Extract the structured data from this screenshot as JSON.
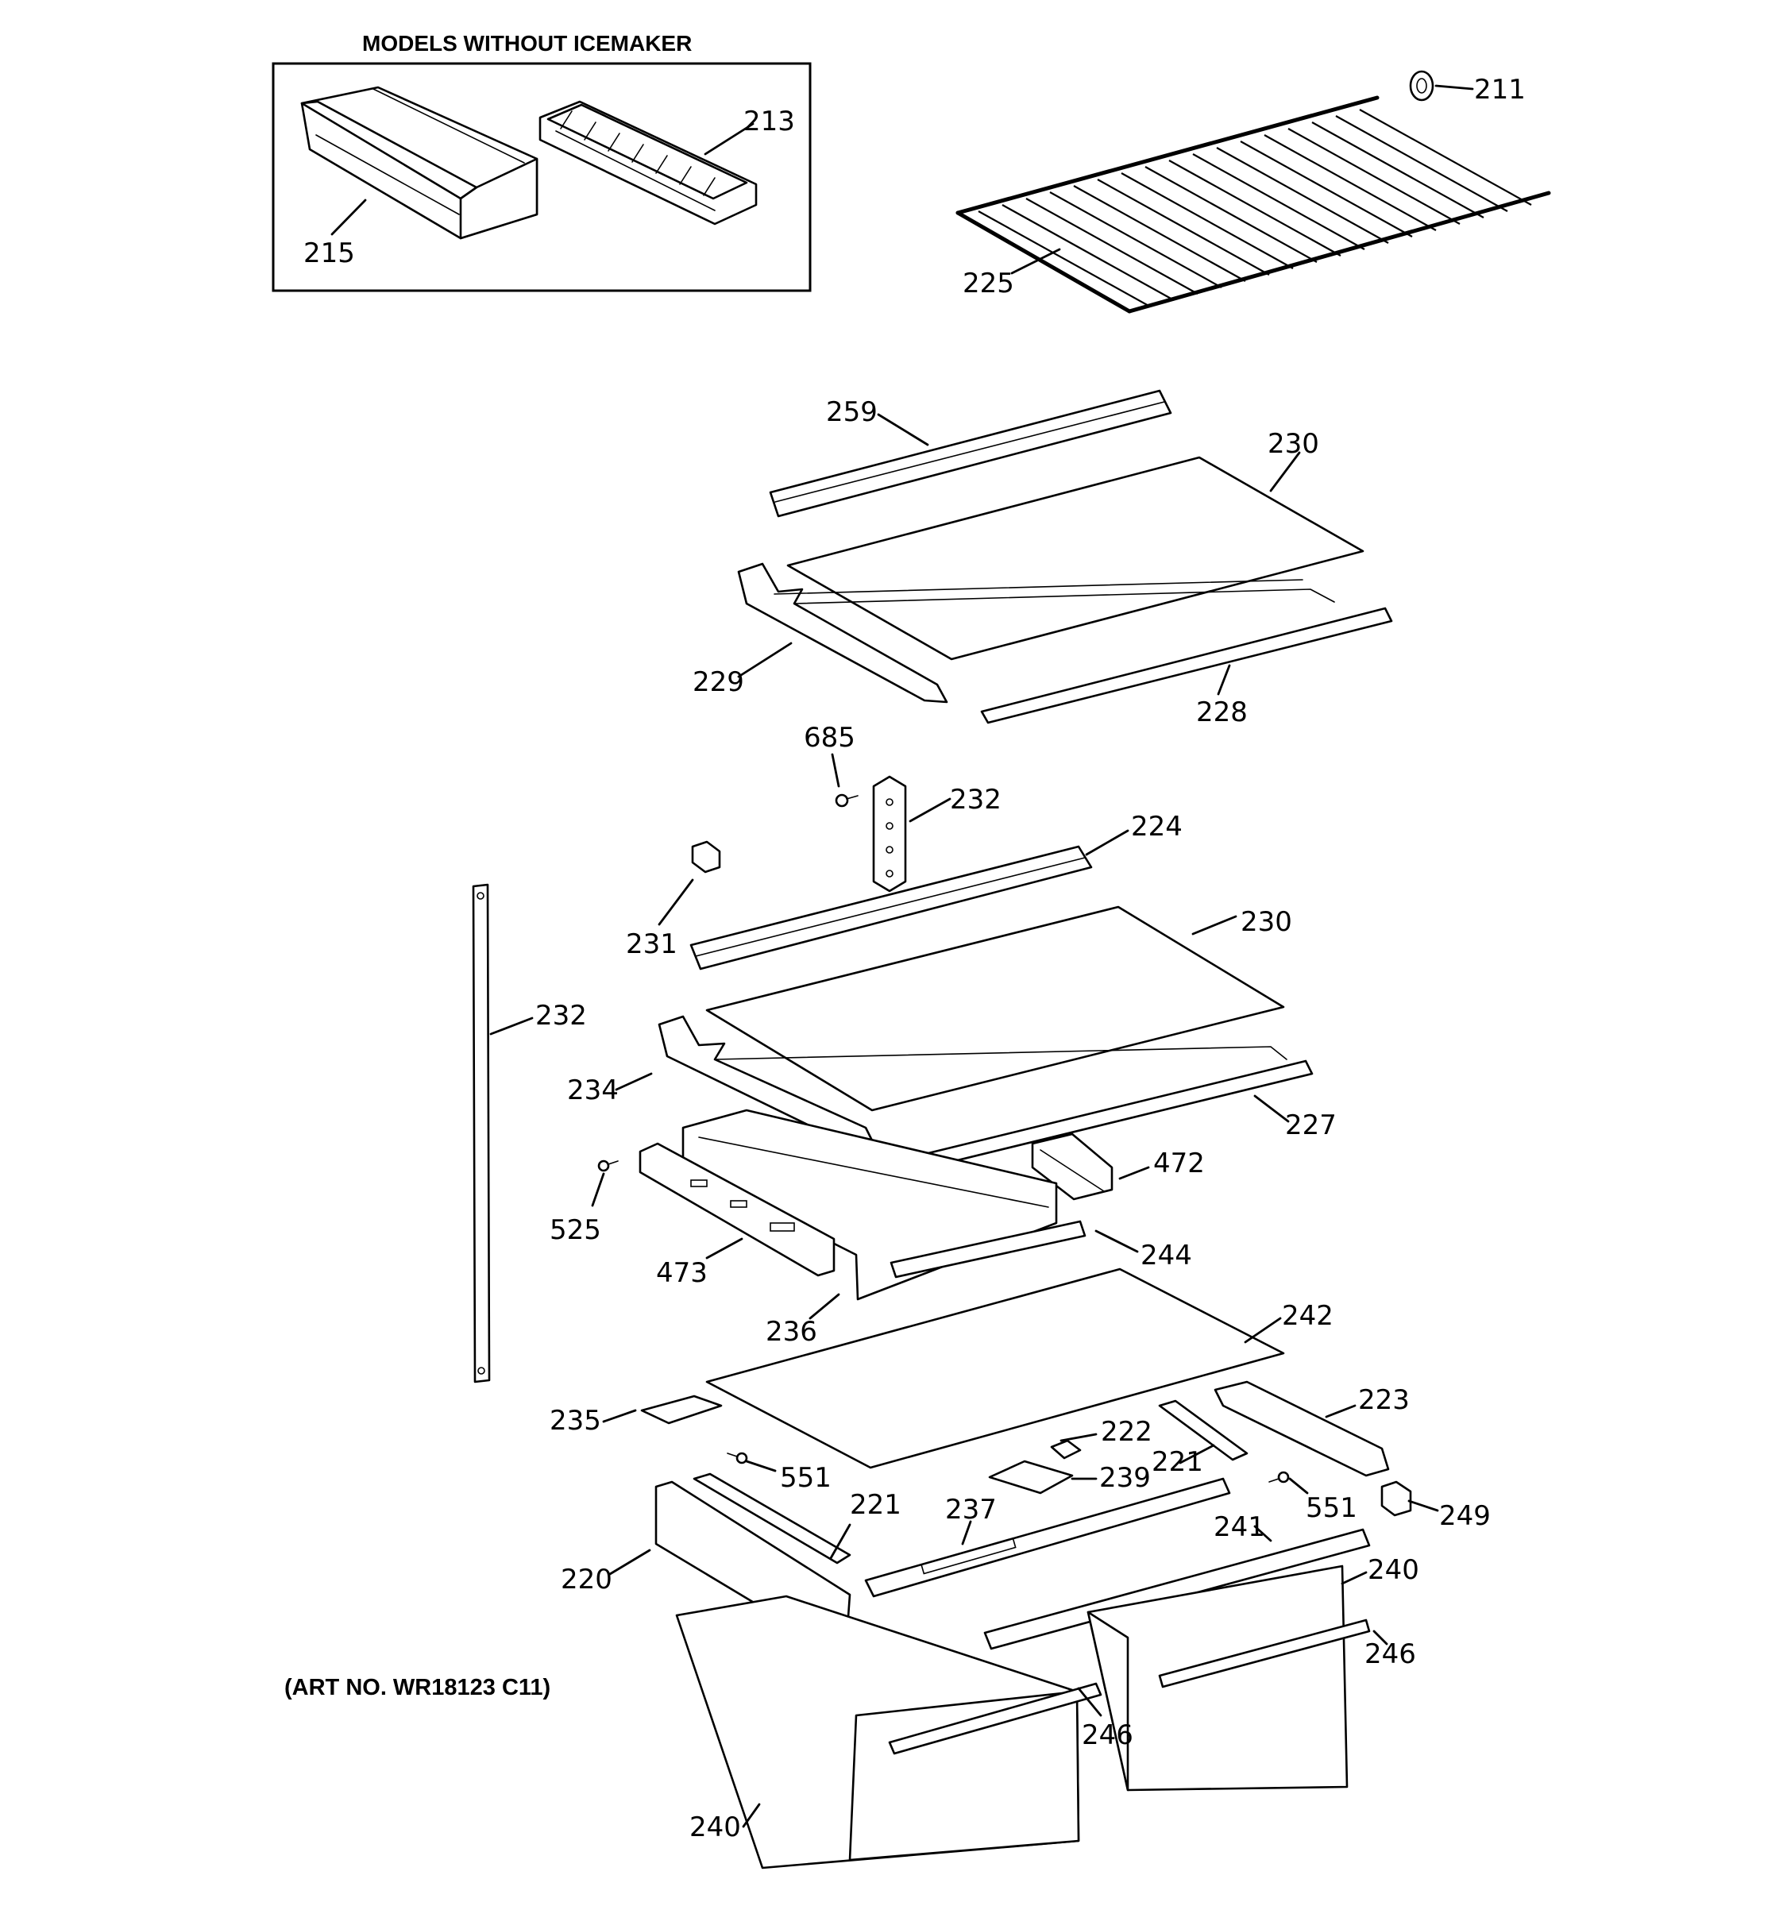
{
  "inset_title": "MODELS WITHOUT ICEMAKER",
  "art_number": "(ART NO. WR18123 C11)",
  "labels": {
    "l211": "211",
    "l213": "213",
    "l215": "215",
    "l225": "225",
    "l259": "259",
    "l230a": "230",
    "l229": "229",
    "l228": "228",
    "l685": "685",
    "l232a": "232",
    "l224": "224",
    "l231": "231",
    "l230b": "230",
    "l232b": "232",
    "l234": "234",
    "l227": "227",
    "l472": "472",
    "l525": "525",
    "l473": "473",
    "l244": "244",
    "l236": "236",
    "l242": "242",
    "l235": "235",
    "l223": "223",
    "l222": "222",
    "l551a": "551",
    "l221a": "221",
    "l239": "239",
    "l551b": "551",
    "l249": "249",
    "l220": "220",
    "l221b": "221",
    "l237": "237",
    "l241": "241",
    "l240a": "240",
    "l246a": "246",
    "l246b": "246",
    "l240b": "240"
  },
  "colors": {
    "ink": "#000000",
    "paper": "#ffffff"
  }
}
